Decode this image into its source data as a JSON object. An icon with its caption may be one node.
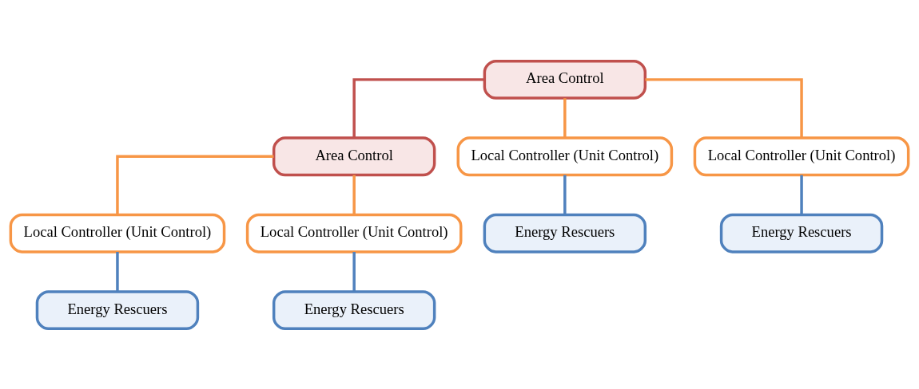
{
  "diagram": {
    "nodes": [
      {
        "text": [
          "Area Control"
        ]
      },
      {
        "text": [
          "Area Control"
        ]
      },
      {
        "text": [
          "Local Controller (Unit Control)"
        ]
      },
      {
        "text": [
          "Local Controller (Unit Control)"
        ]
      },
      {
        "text": [
          "Local Controller (Unit Control)"
        ]
      },
      {
        "text": [
          "Local Controller (Unit Control)"
        ]
      },
      {
        "text": [
          "Energy Rescuers"
        ]
      },
      {
        "text": [
          "Energy Rescuers"
        ]
      },
      {
        "text": [
          "Energy Rescuers"
        ]
      },
      {
        "text": [
          "Energy Rescuers"
        ]
      }
    ],
    "edges": [
      {
        "from": 0,
        "to": 1,
        "arrow": "none",
        "color": "#c0504d"
      },
      {
        "from": 0,
        "to": 2,
        "arrow": "none",
        "color": "#f79646"
      },
      {
        "from": 0,
        "to": 3,
        "arrow": "none",
        "color": "#f79646"
      },
      {
        "from": 1,
        "to": 4,
        "arrow": "none",
        "color": "#f79646"
      },
      {
        "from": 1,
        "to": 5,
        "arrow": "none",
        "color": "#f79646"
      },
      {
        "from": 2,
        "to": 6,
        "arrow": "none",
        "color": "#4f81bd"
      },
      {
        "from": 3,
        "to": 7,
        "arrow": "none",
        "color": "#4f81bd"
      },
      {
        "from": 4,
        "to": 8,
        "arrow": "none",
        "color": "#4f81bd"
      },
      {
        "from": 5,
        "to": 9,
        "arrow": "none",
        "color": "#4f81bd"
      }
    ]
  }
}
